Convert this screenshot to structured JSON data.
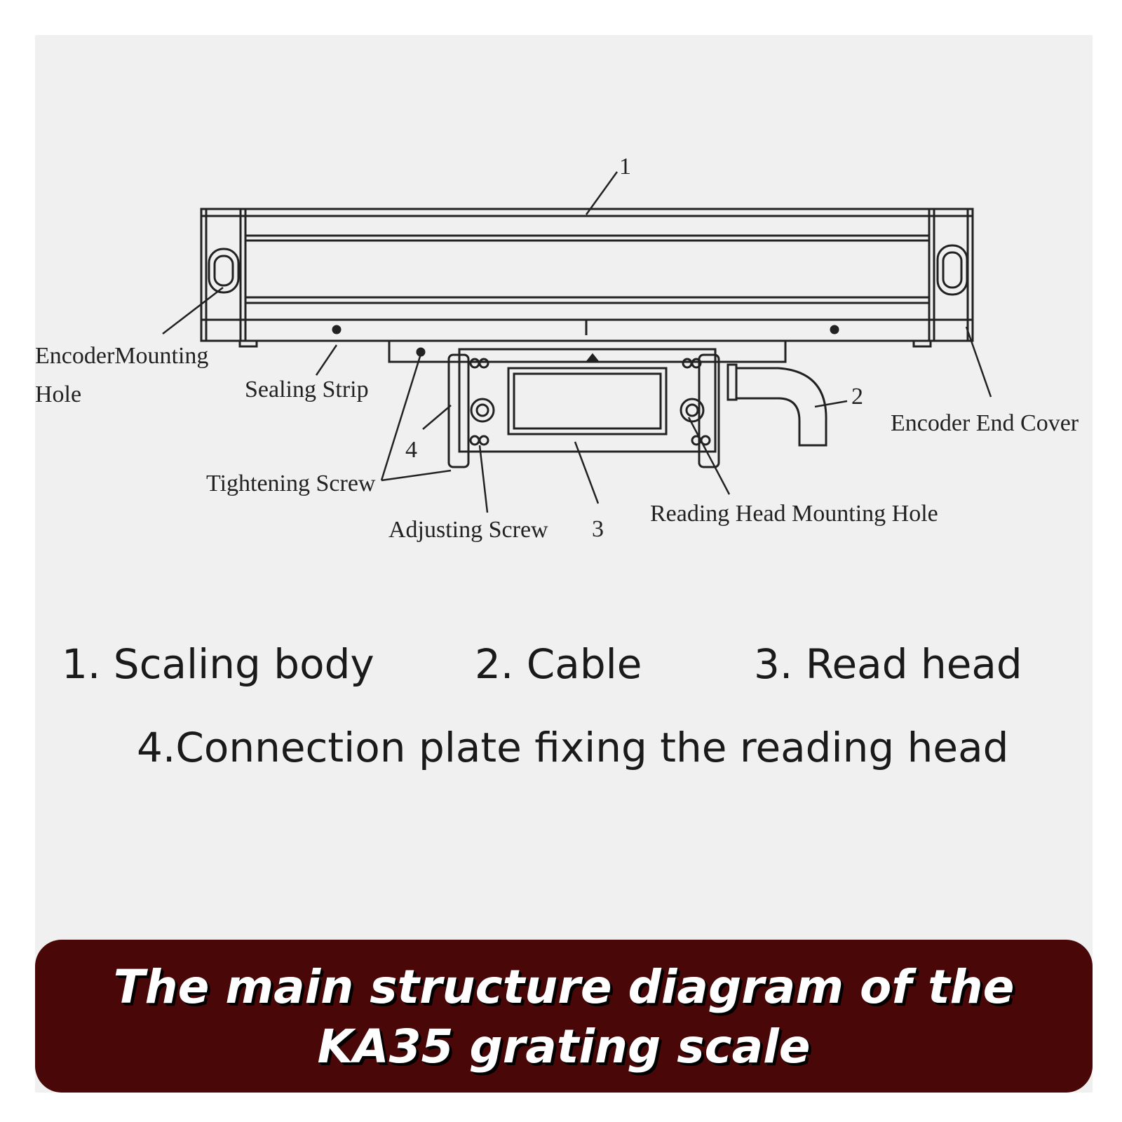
{
  "diagram": {
    "callouts": {
      "part_1": "1",
      "part_2": "2",
      "part_3": "3",
      "part_4": "4",
      "encoder_mounting_hole_line1": "EncoderMounting",
      "encoder_mounting_hole_line2": "Hole",
      "sealing_strip": "Sealing Strip",
      "tightening_screw": "Tightening Screw",
      "adjusting_screw": "Adjusting Screw",
      "reading_head_mounting_hole": "Reading Head Mounting Hole",
      "encoder_end_cover": "Encoder End Cover"
    }
  },
  "legend": {
    "item_1": "1. Scaling body",
    "item_2": "2. Cable",
    "item_3": "3. Read head",
    "item_4": "4.Connection plate fixing the reading head"
  },
  "banner": {
    "title_line1": "The main structure diagram of the",
    "title_line2": "KA35 grating scale"
  },
  "colors": {
    "panel_background": "#f0f0f0",
    "banner_background": "#4a0707",
    "banner_text": "#ffffff"
  }
}
